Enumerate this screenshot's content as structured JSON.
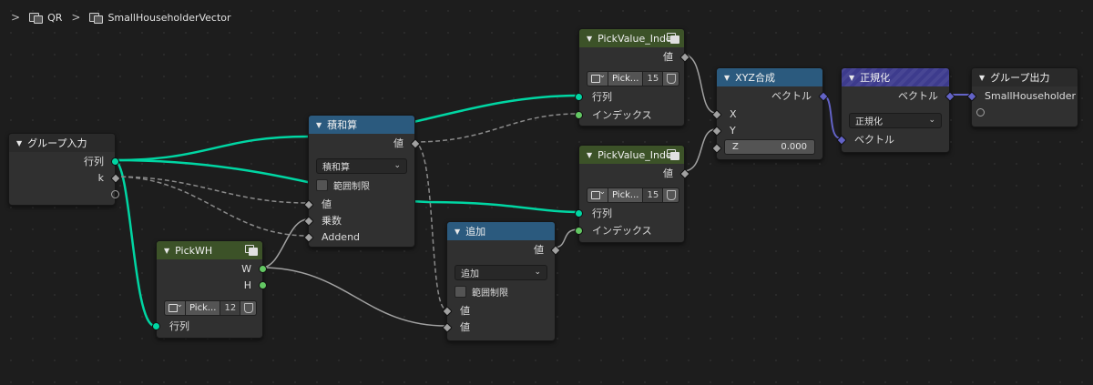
{
  "breadcrumb": {
    "item1": "QR",
    "item2": "SmallHouseholderVector"
  },
  "nodes": {
    "group_input": {
      "title": "グループ入力",
      "out1": "行列",
      "out2": "k"
    },
    "pick_wh": {
      "title": "PickWH",
      "out_w": "W",
      "out_h": "H",
      "picker_name": "Pick...",
      "picker_users": "12",
      "in1": "行列"
    },
    "multiply_add": {
      "title": "積和算",
      "out": "値",
      "dropdown": "積和算",
      "clamp": "範囲制限",
      "in1": "値",
      "in2": "乗数",
      "in3": "Addend"
    },
    "add": {
      "title": "追加",
      "out": "値",
      "dropdown": "追加",
      "clamp": "範囲制限",
      "in1": "値",
      "in2": "値"
    },
    "pick_index1": {
      "title": "PickValue_Index",
      "out": "値",
      "picker_name": "Pick...",
      "picker_users": "15",
      "in1": "行列",
      "in2": "インデックス"
    },
    "pick_index2": {
      "title": "PickValue_Index",
      "out": "値",
      "picker_name": "Pick...",
      "picker_users": "15",
      "in1": "行列",
      "in2": "インデックス"
    },
    "combine_xyz": {
      "title": "XYZ合成",
      "out": "ベクトル",
      "in_x": "X",
      "in_y": "Y",
      "in_z": "Z",
      "z_value": "0.000"
    },
    "normalize": {
      "title": "正規化",
      "out": "ベクトル",
      "dropdown": "正規化",
      "in1": "ベクトル"
    },
    "group_output": {
      "title": "グループ出力",
      "in1": "SmallHouseholder"
    }
  },
  "colors": {
    "matrix_socket": "#00d6a3",
    "float_socket": "#a1a1a1",
    "vector_socket": "#6363c7",
    "header_group": "#3c5228",
    "header_math": "#2b5a7e",
    "header_vector": "#3d3b8d"
  }
}
